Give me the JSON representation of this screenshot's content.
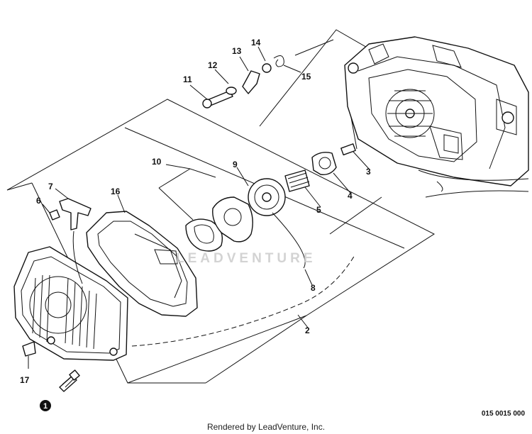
{
  "diagram": {
    "callouts": [
      "1",
      "2",
      "3",
      "4",
      "5",
      "6",
      "7",
      "8",
      "9",
      "10",
      "11",
      "12",
      "13",
      "14",
      "15",
      "16",
      "17"
    ],
    "drawing_number": "015 0015 000",
    "watermark": "LEADVENTURE",
    "footer": "Rendered by LeadVenture, Inc."
  }
}
